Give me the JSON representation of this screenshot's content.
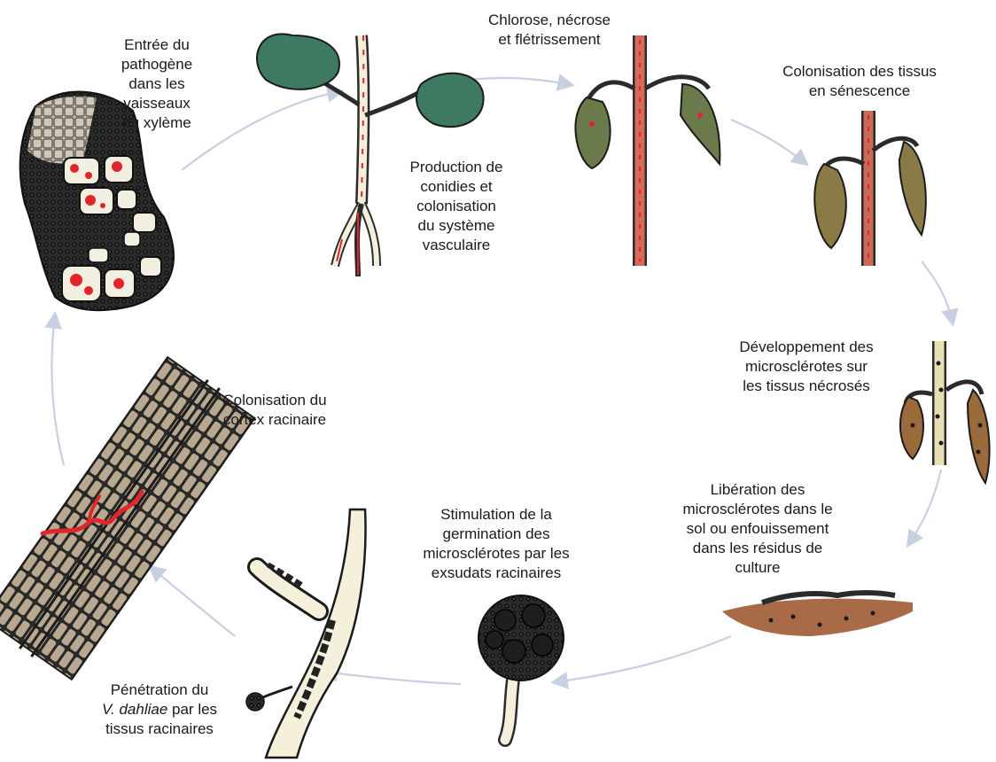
{
  "diagram": {
    "colors": {
      "arrow": "#c9cfe2",
      "infection_red": "#e0262a",
      "leaf_green": "#3e7a62",
      "necrotic_brown": "#9a6a3a",
      "microsclerotia_black": "#1b1b1b",
      "root_cream": "#f4f0dc",
      "soil_brown": "#a86a47"
    },
    "stages": [
      {
        "id": "entree",
        "lines": [
          "Entrée du",
          "pathogène",
          "dans les",
          "vaisseaux",
          "du xylème"
        ]
      },
      {
        "id": "production",
        "lines": [
          "Production de",
          "conidies et",
          "colonisation",
          "du système",
          "vasculaire"
        ]
      },
      {
        "id": "chlorose",
        "lines": [
          "Chlorose, nécrose",
          "et flétrissement"
        ]
      },
      {
        "id": "senescence",
        "lines": [
          "Colonisation des tissus",
          "en sénescence"
        ]
      },
      {
        "id": "developpement",
        "lines": [
          "Développement des",
          "microsclérotes sur",
          "les tissus nécrosés"
        ]
      },
      {
        "id": "liberation",
        "lines": [
          "Libération des",
          "microsclérotes dans le",
          "sol ou enfouissement",
          "dans les résidus de",
          "culture"
        ]
      },
      {
        "id": "stimulation",
        "lines": [
          "Stimulation de la",
          "germination des",
          "microsclérotes par les",
          "exsudats racinaires"
        ]
      },
      {
        "id": "penetration",
        "line1": "Pénétration du",
        "line2_italic": "V. dahliae",
        "line2_rest": " par les",
        "line3": "tissus racinaires"
      },
      {
        "id": "cortex",
        "lines": [
          "Colonisation du",
          "cortex racinaire"
        ]
      }
    ]
  }
}
